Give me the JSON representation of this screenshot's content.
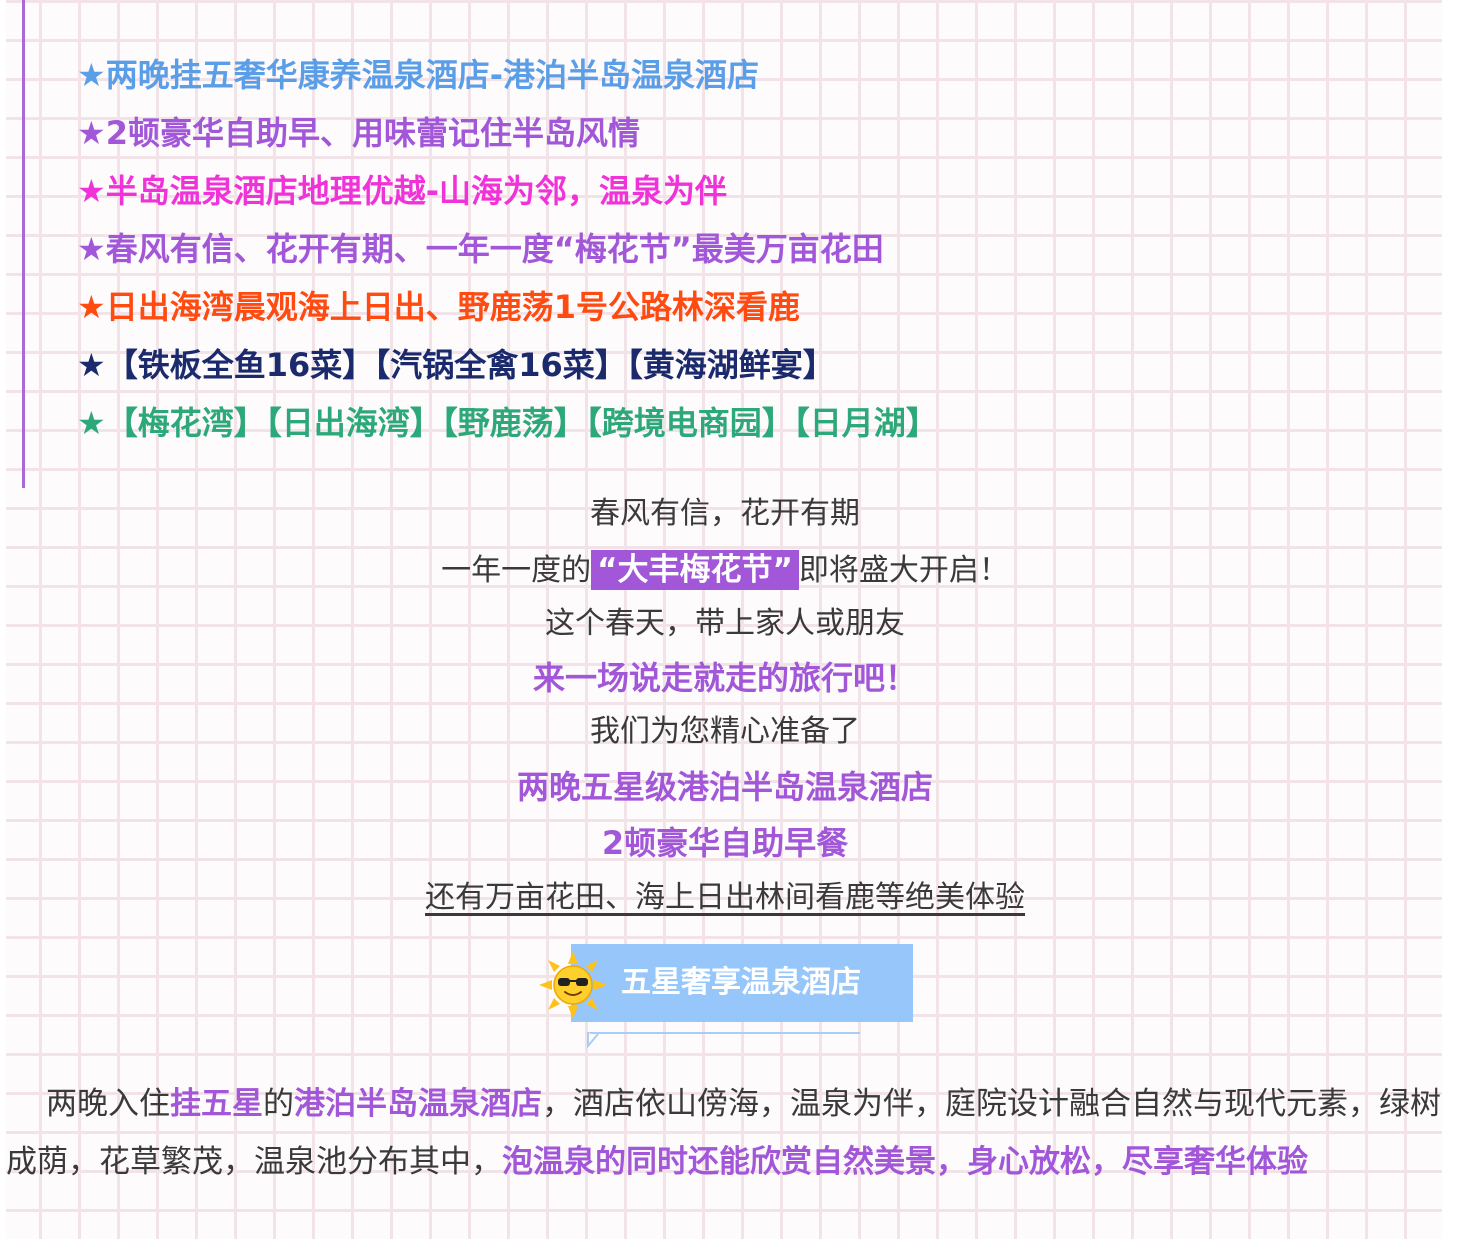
{
  "highlights": [
    {
      "text": "★两晚挂五奢华康养温泉酒店-港泊半岛温泉酒店",
      "color": "#5b9ee8"
    },
    {
      "text": "★2顿豪华自助早、用味蕾记住半岛风情",
      "color": "#a256d8"
    },
    {
      "text": "★半岛温泉酒店地理优越-山海为邻，温泉为伴",
      "color": "#f033d8"
    },
    {
      "text": "★春风有信、花开有期、一年一度“梅花节”最美万亩花田",
      "color": "#a256d8"
    },
    {
      "text": "★日出海湾晨观海上日出、野鹿荡1号公路林深看鹿",
      "color": "#ff4a10"
    },
    {
      "text": "★【铁板全鱼16菜】【汽锅全禽16菜】【黄海湖鲜宴】",
      "color": "#1a2a6c"
    },
    {
      "text": "★【梅花湾】【日出海湾】【野鹿荡】【跨境电商园】【日月湖】",
      "color": "#2da87a"
    }
  ],
  "intro": {
    "line1": "春风有信，花开有期",
    "line2_pre": "一年一度的",
    "line2_tag": "“大丰梅花节”",
    "line2_post": "即将盛大开启！",
    "line3": "这个春天，带上家人或朋友",
    "line4": "来一场说走就走的旅行吧！",
    "line5": "我们为您精心准备了",
    "line6": "两晚五星级港泊半岛温泉酒店",
    "line7": "2顿豪华自助早餐",
    "line8": "还有万亩花田、海上日出林间看鹿等绝美体验"
  },
  "banner": {
    "title": "五星奢享温泉酒店",
    "icon": "sun-sunglasses-icon"
  },
  "paragraph": {
    "p1": "两晚入住",
    "p2": "挂五星",
    "p3": "的",
    "p4": "港泊半岛温泉酒店",
    "p5": "，酒店依山傍海，温泉为伴，庭院设计融合自然与现代元素，绿树成荫，花草繁茂，温泉池分布其中，",
    "p6": "泡温泉的同时还能欣赏自然美景，身心放松，尽享奢华体验"
  },
  "colors": {
    "accent_purple": "#a256d8",
    "banner_blue": "#96c6fa",
    "grid_line": "#f1e3e7"
  }
}
